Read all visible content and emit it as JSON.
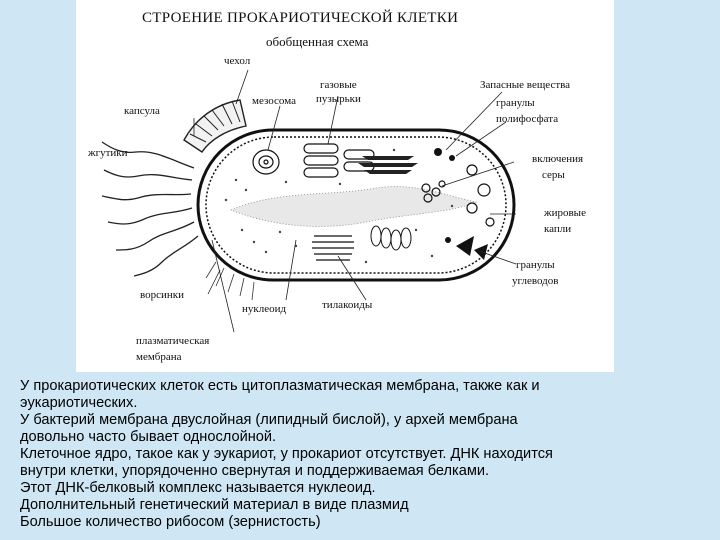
{
  "figure": {
    "title": "СТРОЕНИЕ ПРОКАРИОТИЧЕСКОЙ КЛЕТКИ",
    "subtitle": "обобщенная схема",
    "labels": {
      "chehol": "чехол",
      "kapsula": "капсула",
      "zhgutiki": "жгутики",
      "mezosoma": "мезосома",
      "gazovye_1": "газовые",
      "gazovye_2": "пузырьки",
      "zapasnye_1": "Запасные вещества",
      "granuly_poly_1": "гранулы",
      "granuly_poly_2": "полифосфата",
      "vklyucheniya_1": "включения",
      "vklyucheniya_2": "серы",
      "zhirovye_1": "жировые",
      "zhirovye_2": "капли",
      "granuly_ugl_1": "гранулы",
      "granuly_ugl_2": "углеводов",
      "vorsinki": "ворсинки",
      "nukleoid": "нуклеоид",
      "tilakoidy": "тилакоиды",
      "membrana_1": "плазматическая",
      "membrana_2": "мембрана"
    }
  },
  "notes": [
    "У прокариотических клеток есть цитоплазматическая мембрана, также как и",
    "эукариотических.",
    "У бактерий мембрана двуслойная (липидный бислой), у архей мембрана",
    "довольно часто бывает однослойной.",
    "Клеточное ядро, такое как у эукариот, у прокариот отсутствует. ДНК находится",
    "внутри клетки, упорядоченно свернутая и поддерживаемая белками.",
    "Этот ДНК-белковый комплекс называется нуклеоид.",
    "Дополнительный генетический материал в виде плазмид",
    "Большое количество рибосом (зернистость)"
  ]
}
